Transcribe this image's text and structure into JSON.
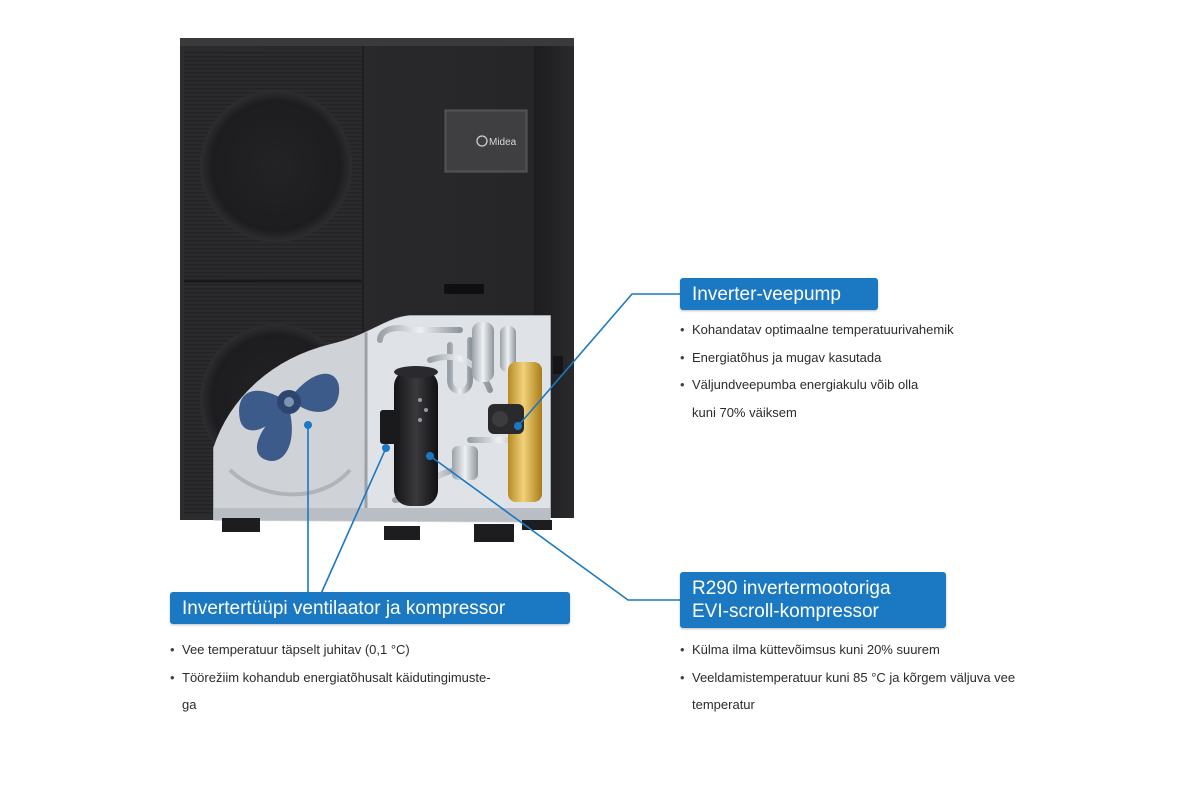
{
  "product": {
    "brand_logo": "Midea",
    "colors": {
      "cabinet": "#2a2a2c",
      "cabinet_side": "#1f1f21",
      "callout_blue": "#1a79c2",
      "fan_blade": "#3c5a8a",
      "tank_gold": "#d6b14a"
    }
  },
  "callouts": {
    "pump": {
      "title": "Inverter-veepump",
      "bullets": [
        {
          "line1": "Kohandatav optimaalne temperatuurivahemik"
        },
        {
          "line1": "Energiatõhus ja mugav kasutada"
        },
        {
          "line1": "Väljundveepumba energiakulu võib olla",
          "line2": "kuni 70% väiksem"
        }
      ]
    },
    "fan": {
      "title": "Invertertüüpi ventilaator ja kompressor",
      "bullets": [
        {
          "line1": "Vee temperatuur täpselt juhitav (0,1 °C)"
        },
        {
          "line1": "Töörežiim kohandub energiatõhusalt käidutingimuste-",
          "line2": "ga"
        }
      ]
    },
    "compressor": {
      "title_line1": "R290 invertermootoriga",
      "title_line2": "EVI-scroll-kompressor",
      "bullets": [
        {
          "line1": "Külma ilma küttevõimsus kuni 20% suurem"
        },
        {
          "line1": "Veeldamistemperatuur kuni 85 °C ja kõrgem väljuva vee",
          "line2": "temperatur"
        }
      ]
    }
  }
}
